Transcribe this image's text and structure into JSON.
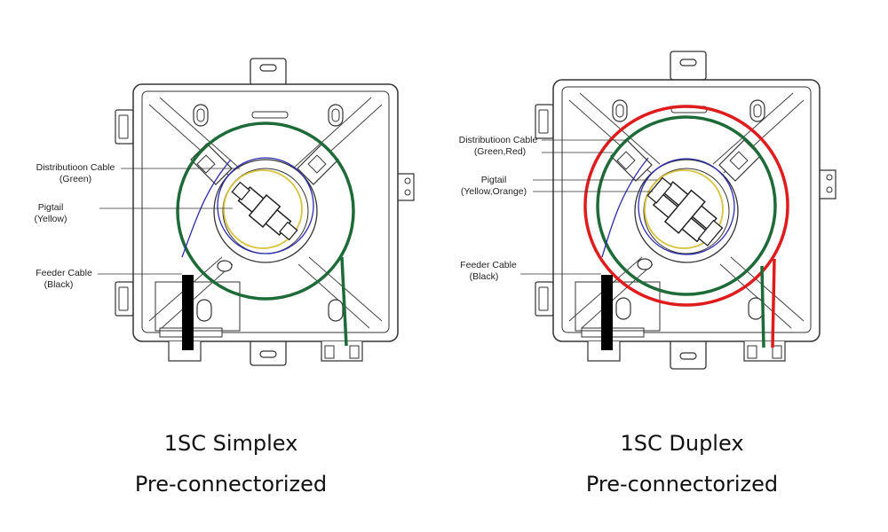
{
  "left_panel": {
    "labels": {
      "distribution_cable": "Distributioon Cable",
      "distribution_color": "(Green)",
      "pigtail": "Pigtail",
      "pigtail_color": "(Yellow)",
      "feeder_cable": "Feeder Cable",
      "feeder_color": "(Black)"
    },
    "caption_line1": "1SC Simplex",
    "caption_line2": "Pre-connectorized"
  },
  "right_panel": {
    "labels": {
      "distribution_cable": "Distributioon Cable",
      "distribution_color": "(Green,Red)",
      "pigtail": "Pigtail",
      "pigtail_color": "(Yellow,Orange)",
      "feeder_cable": "Feeder Cable",
      "feeder_color": "(Black)"
    },
    "caption_line1": "1SC Duplex",
    "caption_line2": "Pre-connectorized"
  },
  "colors": {
    "green_cable": "#1e6b3a",
    "red_cable": "#e01b1b",
    "pigtail_blue": "#2b2bb0",
    "pigtail_yellow": "#d8c23a",
    "feeder_black": "#000000",
    "outline": "#333333"
  }
}
